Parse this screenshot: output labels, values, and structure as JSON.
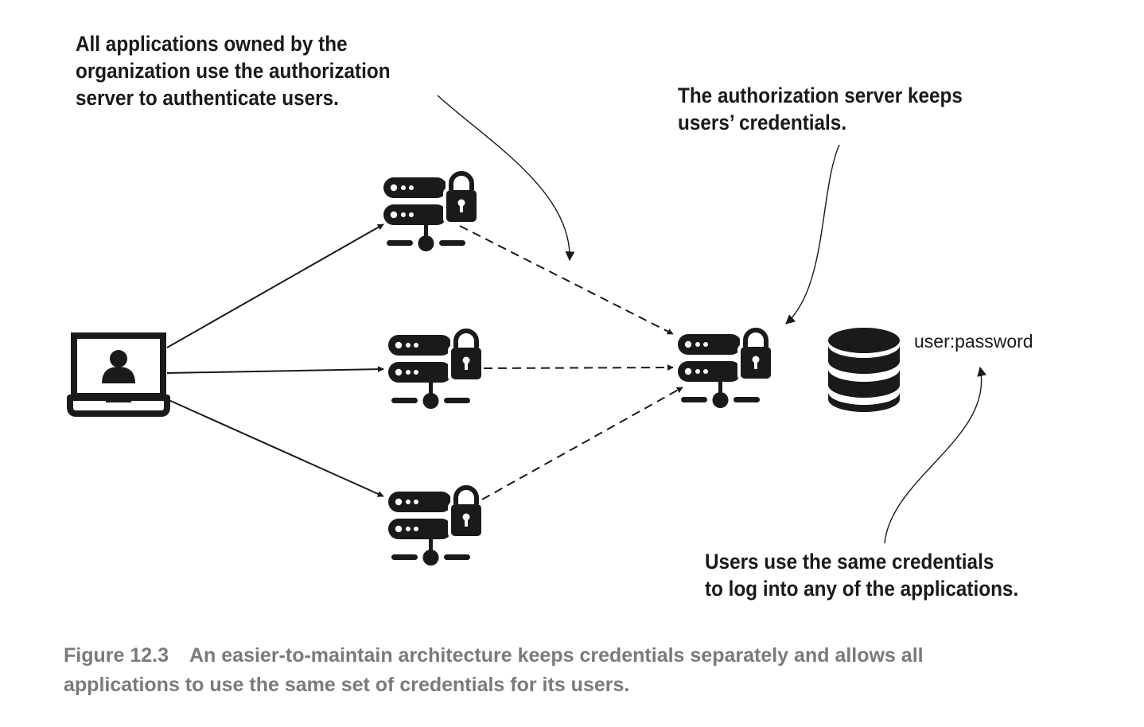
{
  "callouts": {
    "applications": {
      "lines": [
        "All applications owned by the",
        "organization use the authorization",
        "server to authenticate users."
      ]
    },
    "authorization_server": {
      "lines": [
        "The authorization server keeps",
        "users’ credentials."
      ]
    },
    "users": {
      "lines": [
        "Users use the same credentials",
        "to log into any of the applications."
      ]
    }
  },
  "database_label": "user:password",
  "caption": {
    "figure_number": "Figure 12.3",
    "line1": "An easier-to-maintain architecture keeps credentials separately and allows all",
    "line2": "applications to use the same set of credentials for its users."
  },
  "icons": {
    "client": "laptop-user-icon",
    "applications": [
      "server-lock-icon",
      "server-lock-icon",
      "server-lock-icon"
    ],
    "authorization_server": "server-lock-icon",
    "database": "database-icon"
  },
  "colors": {
    "ink": "#1a1a1a",
    "caption": "#7a7a7a"
  }
}
